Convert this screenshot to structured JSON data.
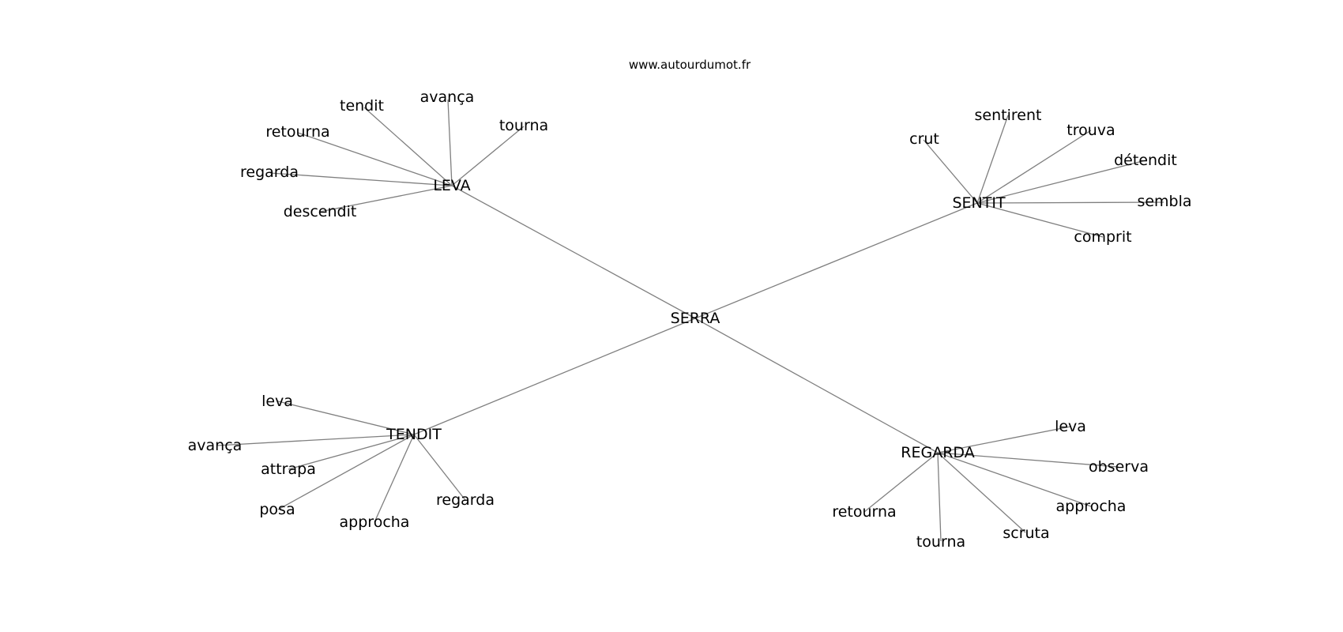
{
  "site": "www.autourdumot.fr",
  "center": "SERRA",
  "clusters": [
    {
      "word": "LEVA",
      "children": [
        "tendit",
        "avança",
        "tourna",
        "retourna",
        "regarda",
        "descendit"
      ]
    },
    {
      "word": "SENTIT",
      "children": [
        "crut",
        "sentirent",
        "trouva",
        "détendit",
        "sembla",
        "comprit"
      ]
    },
    {
      "word": "TENDIT",
      "children": [
        "leva",
        "avança",
        "attrapa",
        "posa",
        "approcha",
        "regarda"
      ]
    },
    {
      "word": "REGARDA",
      "children": [
        "leva",
        "observa",
        "approcha",
        "scruta",
        "tourna",
        "retourna"
      ]
    }
  ]
}
